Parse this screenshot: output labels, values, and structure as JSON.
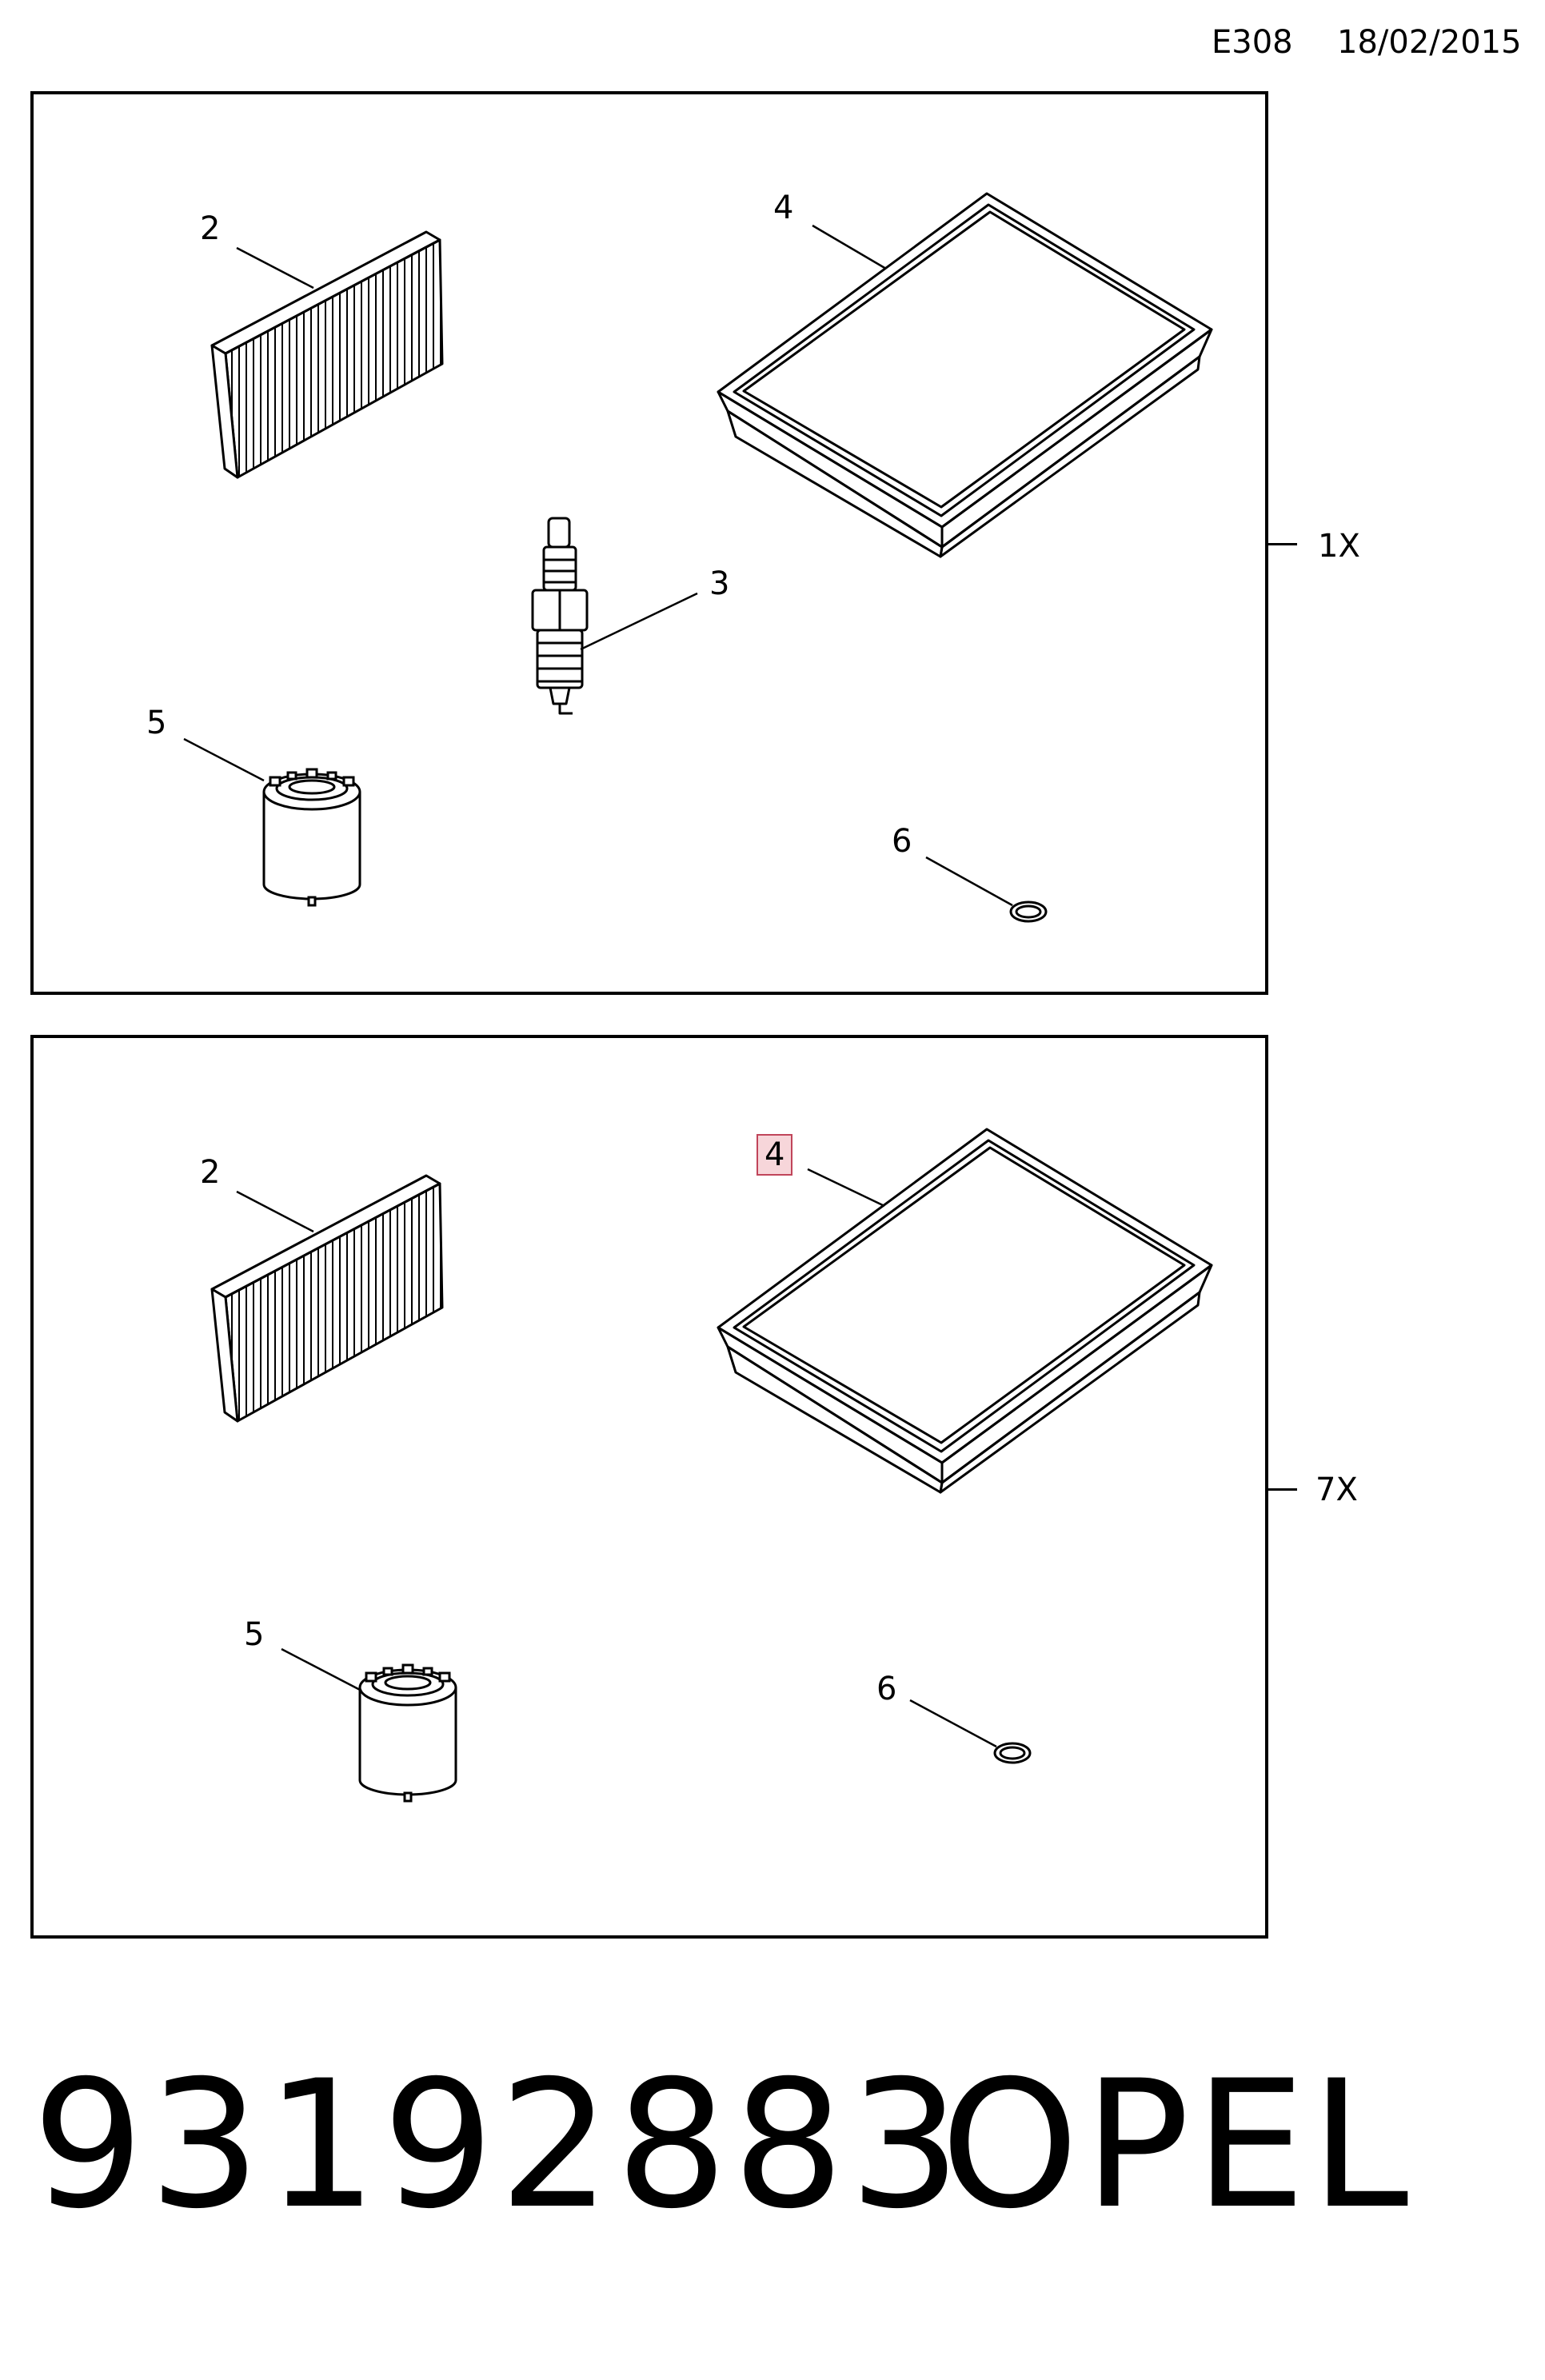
{
  "header": {
    "code": "E308",
    "date": "18/02/2015"
  },
  "panels": [
    {
      "quantity": "1X",
      "callouts": [
        "2",
        "4",
        "3",
        "5",
        "6"
      ]
    },
    {
      "quantity": "7X",
      "callouts": [
        "2",
        "4",
        "5",
        "6"
      ],
      "highlighted_callout": "4"
    }
  ],
  "footer": {
    "part_number": "93192883",
    "brand": "OPEL"
  }
}
